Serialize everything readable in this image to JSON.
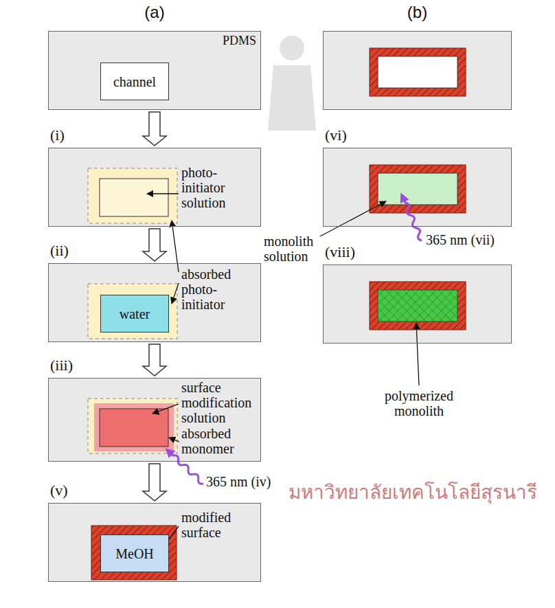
{
  "diagram": {
    "nodes": [
      {
        "text": [
          "(a)",
          "PDMS"
        ]
      },
      {
        "text": [
          "channel"
        ],
        "in": 0
      },
      {
        "text": [
          "(i)"
        ]
      },
      {
        "text": [
          "(ii)"
        ]
      },
      {
        "text": [
          "water"
        ],
        "in": 3
      },
      {
        "text": [
          "(iii)"
        ]
      },
      {
        "text": [
          "(v)"
        ]
      },
      {
        "text": [
          "MeOH"
        ],
        "in": 6
      },
      {
        "text": [
          "(b)"
        ]
      },
      {
        "text": [
          "(vi)"
        ]
      },
      {
        "text": [
          "(viii)"
        ]
      }
    ],
    "edges": [
      {
        "from": 0,
        "to": 2,
        "arrow": "to"
      },
      {
        "from": 2,
        "to": 3,
        "arrow": "to"
      },
      {
        "from": 3,
        "to": 5,
        "arrow": "to"
      },
      {
        "from": 5,
        "to": 6,
        "arrow": "to"
      }
    ],
    "labels": [
      "photo- initiator solution",
      "absorbed photo- initiator",
      "surface modification solution",
      "absorbed monomer",
      "365 nm (iv)",
      "modified surface",
      "monolith solution",
      "365 nm (vii)",
      "polymerized monolith",
      "มหาวิทยาลัยเทคโนโลยีสุรนารี"
    ]
  }
}
